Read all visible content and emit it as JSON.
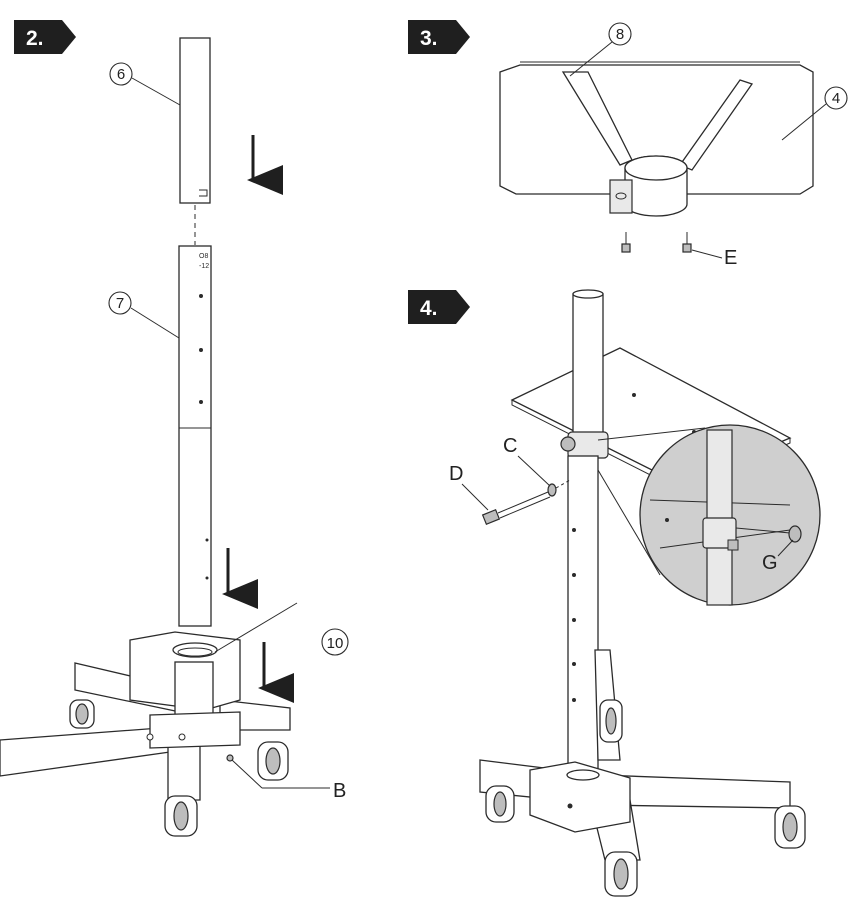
{
  "steps": [
    {
      "label": "2."
    },
    {
      "label": "3."
    },
    {
      "label": "4."
    }
  ],
  "callouts": {
    "c6": "6",
    "c7": "7",
    "c10": "10",
    "c8": "8",
    "c4": "4"
  },
  "letters": {
    "B": "B",
    "E": "E",
    "C": "C",
    "D": "D",
    "G": "G"
  },
  "colors": {
    "tag": "#1f1f1f",
    "line": "#2b2b2b",
    "zoom_fill": "#cfcfcf"
  }
}
